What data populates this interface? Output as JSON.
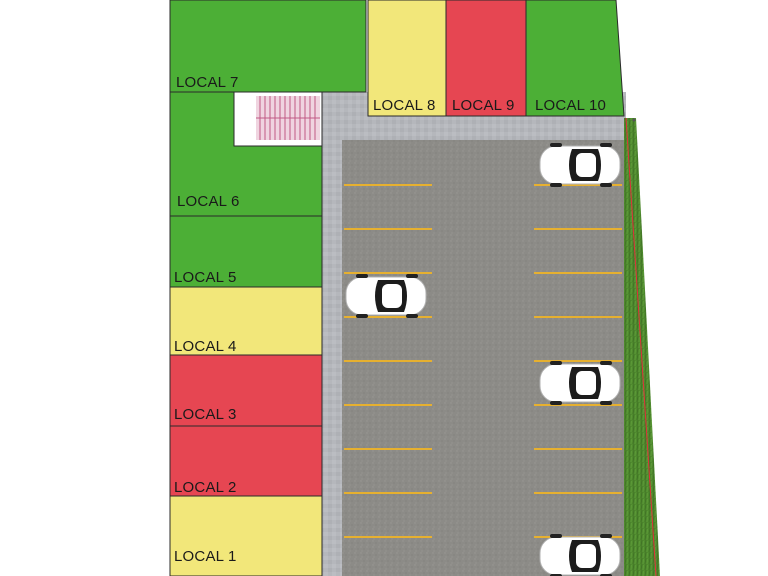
{
  "colors": {
    "available": "#4caf36",
    "reserved": "#f2e77a",
    "sold": "#e64652",
    "asphalt": "#8c8b87",
    "paving": "#b5b7bc",
    "parking_line": "#e6b030",
    "grass": "#4f8a2e",
    "boundary": "#e0303a",
    "outline": "#2a2a2a"
  },
  "units": [
    {
      "id": "local-1",
      "label": "LOCAL 1",
      "status": "reserved"
    },
    {
      "id": "local-2",
      "label": "LOCAL 2",
      "status": "sold"
    },
    {
      "id": "local-3",
      "label": "LOCAL 3",
      "status": "sold"
    },
    {
      "id": "local-4",
      "label": "LOCAL 4",
      "status": "reserved"
    },
    {
      "id": "local-5",
      "label": "LOCAL 5",
      "status": "available"
    },
    {
      "id": "local-6",
      "label": "LOCAL 6",
      "status": "available"
    },
    {
      "id": "local-7",
      "label": "LOCAL 7",
      "status": "available"
    },
    {
      "id": "local-8",
      "label": "LOCAL 8",
      "status": "reserved"
    },
    {
      "id": "local-9",
      "label": "LOCAL 9",
      "status": "sold"
    },
    {
      "id": "local-10",
      "label": "LOCAL 10",
      "status": "available"
    }
  ],
  "cars": [
    "car-icon",
    "car-icon",
    "car-icon",
    "car-icon"
  ],
  "stairs_icon": "stairs-icon"
}
